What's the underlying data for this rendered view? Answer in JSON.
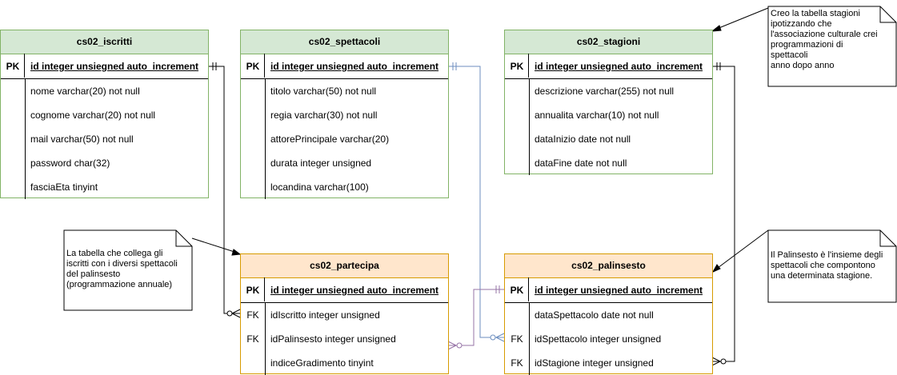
{
  "entities": {
    "iscritti": {
      "title": "cs02_iscritti",
      "pk": {
        "key": "PK",
        "field": "id integer unsiegned auto_increment"
      },
      "fields": [
        {
          "key": "",
          "field": "nome varchar(20) not null"
        },
        {
          "key": "",
          "field": "cognome varchar(20) not null"
        },
        {
          "key": "",
          "field": "mail varchar(50) not null"
        },
        {
          "key": "",
          "field": "password char(32)"
        },
        {
          "key": "",
          "field": "fasciaEta tinyint"
        }
      ]
    },
    "spettacoli": {
      "title": "cs02_spettacoli",
      "pk": {
        "key": "PK",
        "field": "id integer unsiegned auto_increment"
      },
      "fields": [
        {
          "key": "",
          "field": "titolo varchar(50) not null"
        },
        {
          "key": "",
          "field": "regia varchar(30) not null"
        },
        {
          "key": "",
          "field": "attorePrincipale varchar(20)"
        },
        {
          "key": "",
          "field": "durata integer unsigned"
        },
        {
          "key": "",
          "field": "locandina varchar(100)"
        }
      ]
    },
    "stagioni": {
      "title": "cs02_stagioni",
      "pk": {
        "key": "PK",
        "field": "id integer unsiegned auto_increment"
      },
      "fields": [
        {
          "key": "",
          "field": "descrizione varchar(255) not null"
        },
        {
          "key": "",
          "field": "annualita varchar(10) not null"
        },
        {
          "key": "",
          "field": "dataInizio date not null"
        },
        {
          "key": "",
          "field": "dataFine date not null"
        }
      ]
    },
    "partecipa": {
      "title": "cs02_partecipa",
      "pk": {
        "key": "PK",
        "field": "id integer unsiegned auto_increment"
      },
      "fields": [
        {
          "key": "FK",
          "field": "idIscritto integer unsigned"
        },
        {
          "key": "FK",
          "field": "idPalinsesto integer unsigned"
        },
        {
          "key": "",
          "field": "indiceGradimento tinyint"
        }
      ]
    },
    "palinsesto": {
      "title": "cs02_palinsesto",
      "pk": {
        "key": "PK",
        "field": "id integer unsiegned auto_increment"
      },
      "fields": [
        {
          "key": "",
          "field": "dataSpettacolo date not null"
        },
        {
          "key": "FK",
          "field": "idSpettacolo integer unsigned"
        },
        {
          "key": "FK",
          "field": "idStagione integer unsigned"
        }
      ]
    }
  },
  "notes": {
    "stagioni": [
      "Creo la tabella stagioni",
      "ipotizzando che",
      "l'associazione culturale crei",
      "programmazioni di spettacoli",
      "anno dopo anno"
    ],
    "partecipa": [
      "La tabella che collega gli",
      "iscritti con i diversi spettacoli",
      "del palinsesto",
      "(programmazione annuale)"
    ],
    "palinsesto": [
      "Il Palinsesto è l'insieme degli",
      "spettacoli che compontono",
      "una determinata stagione."
    ]
  },
  "colors": {
    "green_fill": "#d5e8d4",
    "green_stroke": "#82b366",
    "orange_fill": "#ffe6cc",
    "orange_stroke": "#d79b00",
    "blue_link": "#6c8ebf",
    "purple_link": "#9673a6"
  }
}
